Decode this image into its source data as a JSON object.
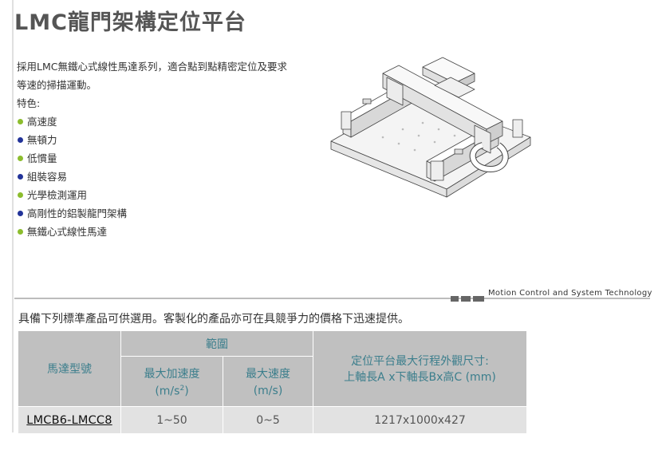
{
  "page": {
    "title": "LMC龍門架構定位平台"
  },
  "intro": {
    "description": "採用LMC無鐵心式線性馬達系列，適合點到點精密定位及要求等速的掃描運動。",
    "features_label": "特色:",
    "features": [
      {
        "text": "高速度",
        "color": "#8cbd2e"
      },
      {
        "text": "無頓力",
        "color": "#223399"
      },
      {
        "text": "低慣量",
        "color": "#8cbd2e"
      },
      {
        "text": "組裝容易",
        "color": "#223399"
      },
      {
        "text": "光學檢測運用",
        "color": "#8cbd2e"
      },
      {
        "text": "高剛性的鋁製龍門架構",
        "color": "#223399"
      },
      {
        "text": "無鐵心式線性馬達",
        "color": "#8cbd2e"
      }
    ]
  },
  "banner": {
    "tagline": "Motion Control and System Technology"
  },
  "table_intro": "具備下列標準產品可供選用。客製化的產品亦可在具競爭力的價格下迅速提供。",
  "table": {
    "headers": {
      "model": "馬達型號",
      "range": "範圍",
      "max_accel": "最大加速度",
      "max_accel_unit_prefix": "(m/s",
      "max_accel_unit_exp": "2",
      "max_accel_unit_suffix": ")",
      "max_speed": "最大速度",
      "max_speed_unit": "(m/s)",
      "dims_line1": "定位平台最大行程外觀尺寸:",
      "dims_line2": "上軸長A x下軸長Bx高C (mm)"
    },
    "rows": [
      {
        "model": "LMCB6-LMCC8",
        "accel": "1~50",
        "speed": "0~5",
        "dims": "1217x1000x427"
      }
    ]
  },
  "colors": {
    "header_bg": "#c0c0c0",
    "header_text": "#3b7e8c",
    "cell_bg": "#e2e2e2",
    "bullet_green": "#8cbd2e",
    "bullet_blue": "#223399"
  }
}
